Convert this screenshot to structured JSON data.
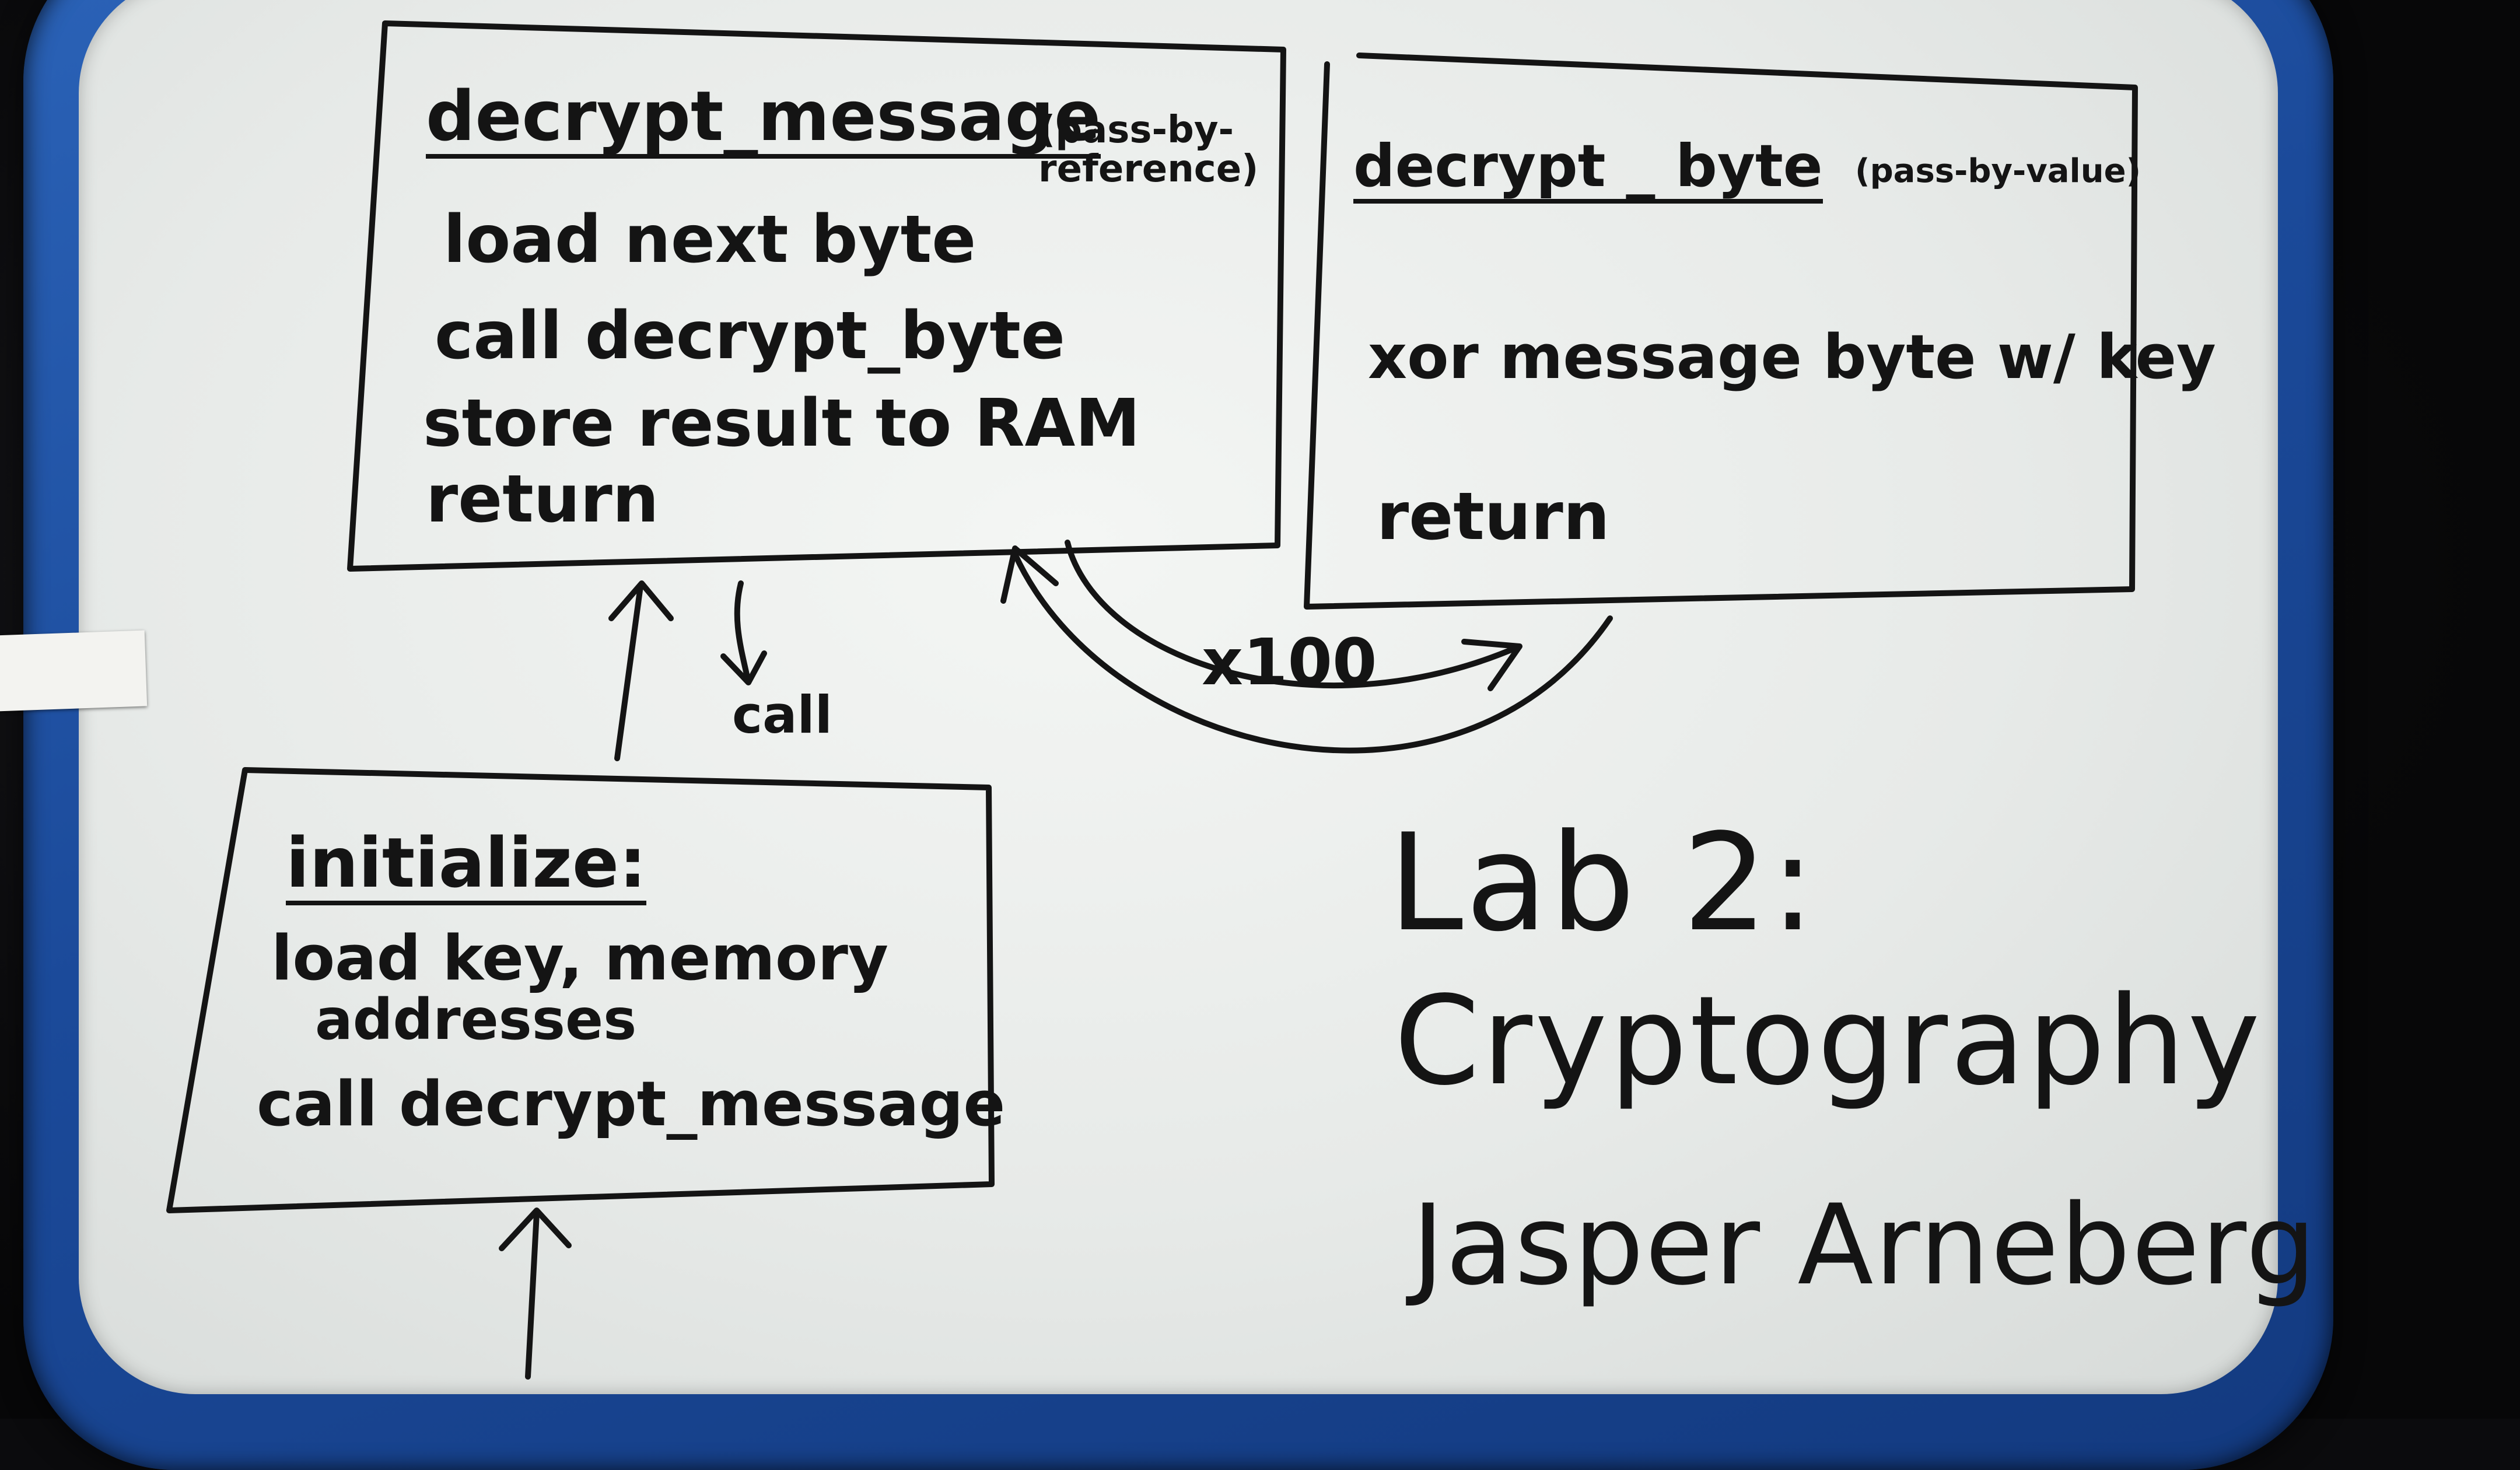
{
  "whiteboard": {
    "decrypt_message_box": {
      "title": "decrypt_message",
      "note": "(pass-by-reference)",
      "lines": [
        "load next byte",
        "call decrypt_byte",
        "store result to RAM",
        "return"
      ]
    },
    "decrypt_byte_box": {
      "title": "decrypt _ byte",
      "note": "(pass-by-value)",
      "lines": [
        "xor message byte w/ key",
        "return"
      ]
    },
    "initialize_box": {
      "title": "initialize:",
      "lines": [
        "load key, memory",
        "addresses",
        "call decrypt_message"
      ]
    },
    "arrows": {
      "call_label": "call",
      "loop_label": "x100"
    },
    "heading": {
      "lab": "Lab 2:",
      "subject": "Cryptography",
      "author": "Jasper Arneberg"
    }
  },
  "colors": {
    "ink": "#141414",
    "frame": "#1b4a9a",
    "surface": "#eef0ee"
  }
}
